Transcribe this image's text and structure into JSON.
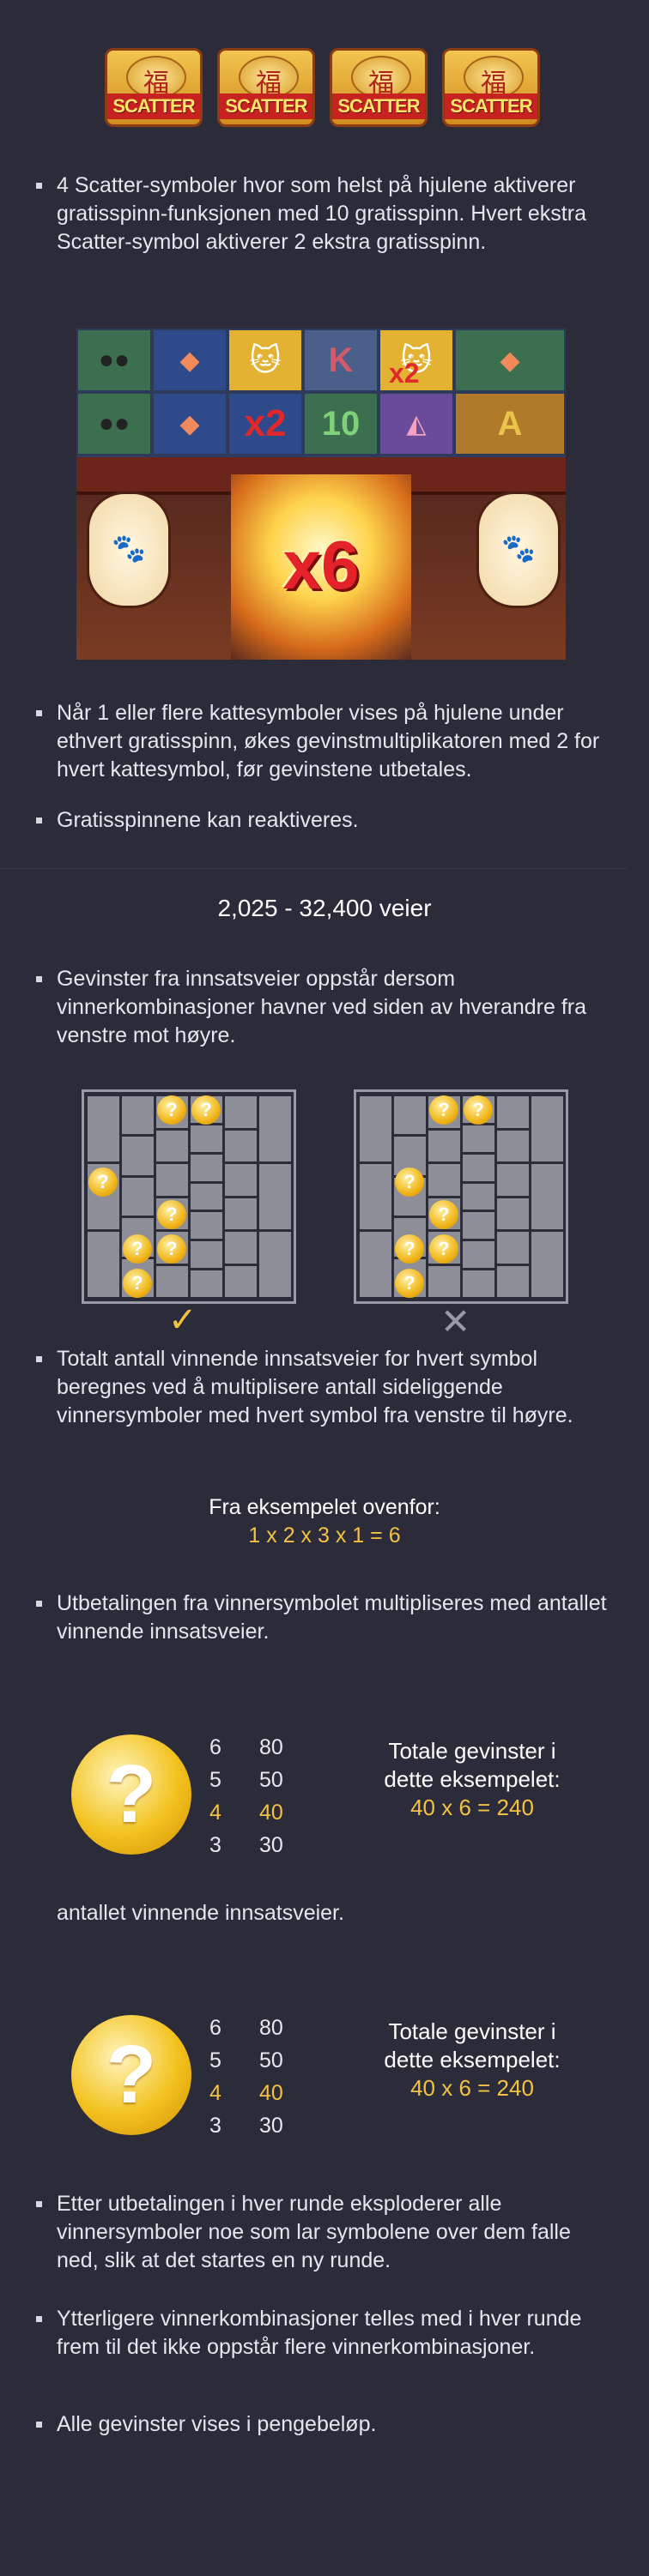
{
  "scatter_label": "SCATTER",
  "scatter_icons": [
    "SCATTER",
    "SCATTER",
    "SCATTER",
    "SCATTER"
  ],
  "free_spins": {
    "bullet": "4 Scatter-symboler hvor som helst på hjulene aktiverer gratisspinn-funksjonen med 10 gratisspinn. Hvert ekstra Scatter-symbol aktiverer 2 ekstra gratisspinn.",
    "reel_multipliers": [
      "x2",
      "x2"
    ],
    "reel_letters": [
      "K",
      "10",
      "A"
    ],
    "total_multiplier": "x6",
    "bullet_cat": "Når 1 eller flere kattesymboler vises på hjulene under ethvert gratisspinn, økes gevinstmultiplikatoren med 2 for hvert kattesymbol, før gevinstene utbetales.",
    "bullet_retrigger": "Gratisspinnene kan reaktiveres."
  },
  "ways": {
    "heading": "2,025 - 32,400 veier",
    "bullet_adjacent": "Gevinster fra innsatsveier oppstår dersom vinnerkombinasjoner havner ved siden av hverandre fra venstre mot høyre.",
    "valid_mark": "✓",
    "invalid_mark": "✕",
    "bullet_total": "Totalt antall vinnende innsatsveier for hvert symbol beregnes ved å multiplisere antall sideliggende vinnersymboler med hvert symbol fra venstre til høyre.",
    "example_label": "Fra eksempelet ovenfor:",
    "example_formula": "1 x 2 x 3 x 1 = 6",
    "bullet_payout": "Utbetalingen fra vinnersymbolet multipliseres med antallet vinnende innsatsveier."
  },
  "coin_glyph": "?",
  "paytable_1": {
    "rows": [
      {
        "count": "6",
        "value": "80"
      },
      {
        "count": "5",
        "value": "50"
      },
      {
        "count": "4",
        "value": "40"
      },
      {
        "count": "3",
        "value": "30"
      }
    ],
    "total_label_1": "Totale gevinster i",
    "total_label_2": "dette eksempelet:",
    "total_formula": "40 x 6 = 240"
  },
  "mid_text": "antallet vinnende innsatsveier.",
  "paytable_2": {
    "rows": [
      {
        "count": "6",
        "value": "80"
      },
      {
        "count": "5",
        "value": "50"
      },
      {
        "count": "4",
        "value": "40"
      },
      {
        "count": "3",
        "value": "30"
      }
    ],
    "total_label_1": "Totale gevinster i",
    "total_label_2": "dette eksempelet:",
    "total_formula": "40 x 6 = 240"
  },
  "cascade": {
    "bullet_explode": "Etter utbetalingen i hver runde eksploderer alle vinnersymboler noe som lar symbolene over dem falle ned, slik at det startes en ny runde.",
    "bullet_continue": "Ytterligere vinnerkombinasjoner telles med i hver runde frem til det ikke oppstår flere vinnerkombinasjoner.",
    "bullet_money": "Alle gevinster vises i pengebeløp."
  },
  "colors": {
    "background": "#2b2b3a",
    "highlight": "#f3c243",
    "text": "#e6e6ee",
    "grid": "#8e8e98"
  }
}
